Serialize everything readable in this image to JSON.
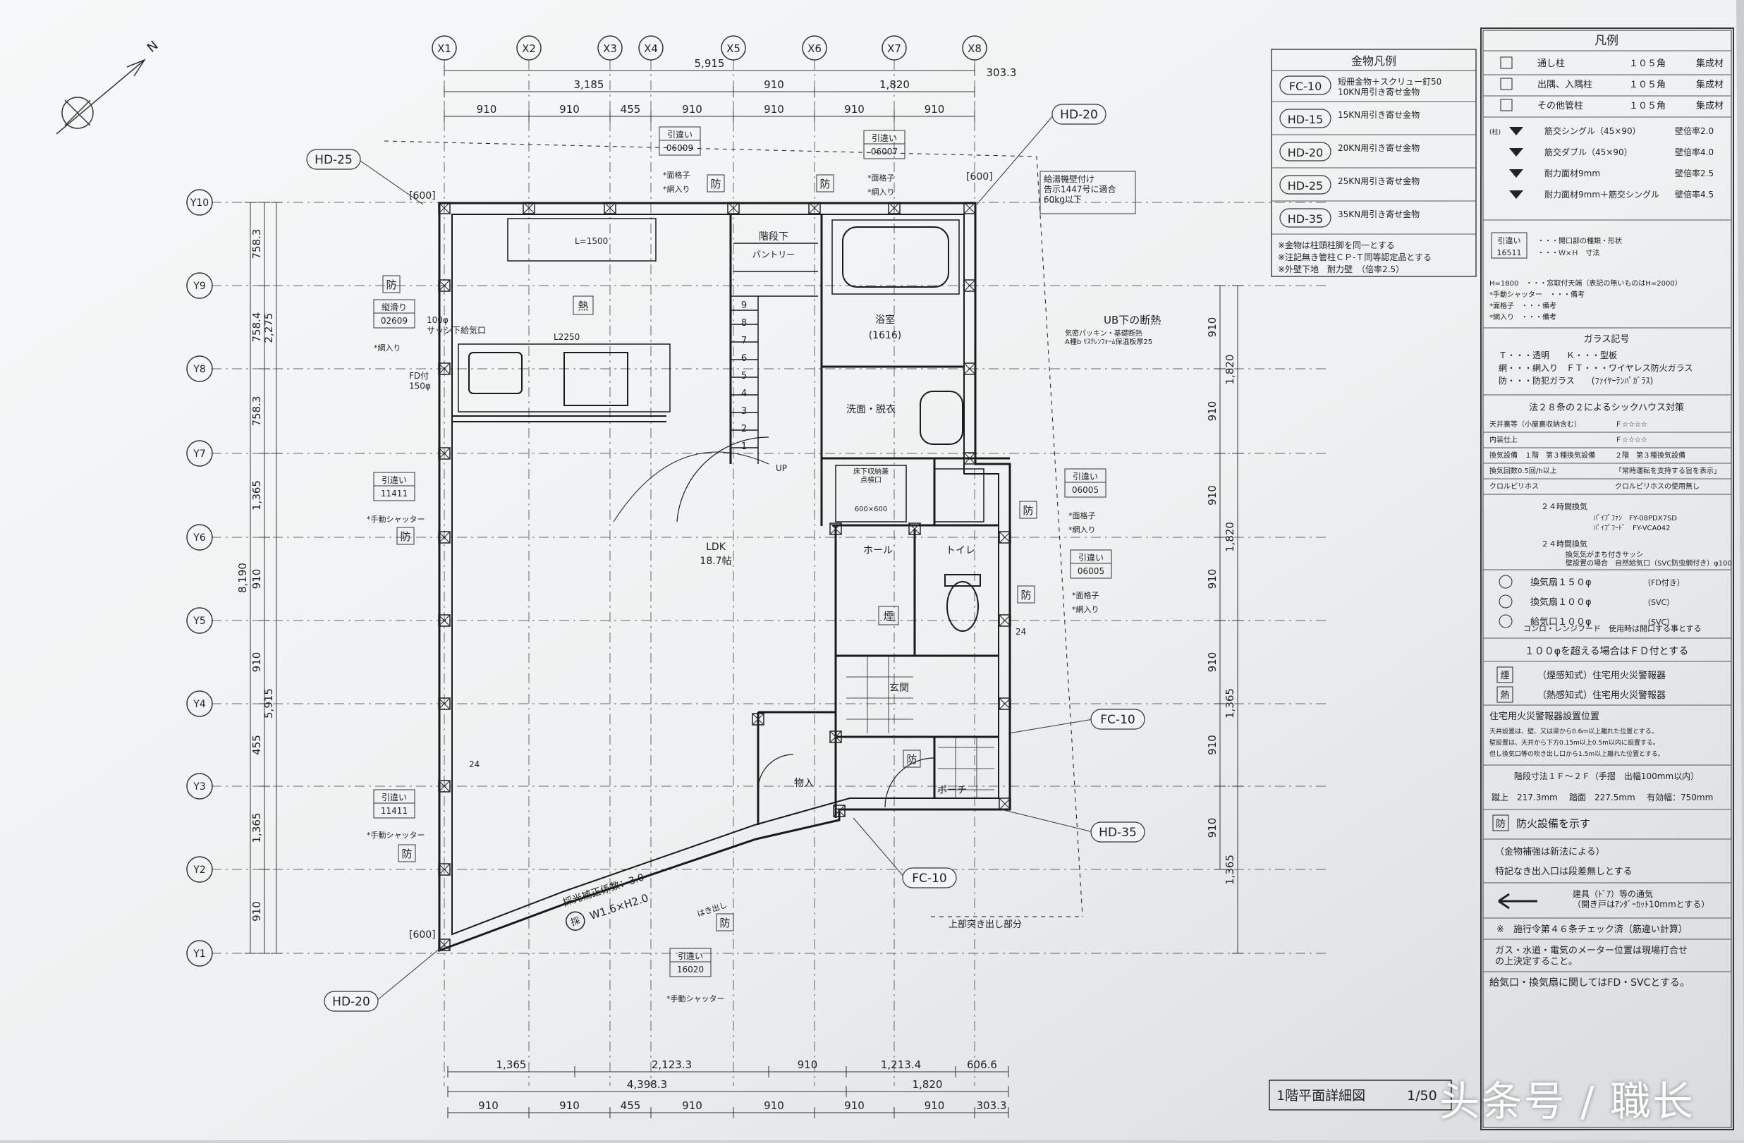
{
  "drawing_title": "1階平面詳細図",
  "scale": "1/50",
  "watermark": "头条号 / 職长",
  "north_arrow": "N",
  "grid_x": [
    "X1",
    "X2",
    "X3",
    "X4",
    "X5",
    "X6",
    "X7",
    "X8"
  ],
  "grid_y": [
    "Y10",
    "Y9",
    "Y8",
    "Y7",
    "Y6",
    "Y5",
    "Y4",
    "Y3",
    "Y2",
    "Y1"
  ],
  "dims_top": {
    "overall": "5,915",
    "overhang": "303.3",
    "row2": [
      "3,185",
      "910",
      "1,820"
    ],
    "row3": [
      "910",
      "910",
      "455",
      "910",
      "910",
      "910",
      "910"
    ]
  },
  "dims_bottom": {
    "row1": [
      "1,365",
      "2,123.3",
      "910",
      "1,213.4",
      "606.6"
    ],
    "row2": [
      "4,398.3",
      "1,820"
    ],
    "row3": [
      "910",
      "910",
      "455",
      "910",
      "910",
      "910",
      "910",
      "303.3"
    ]
  },
  "dims_left": {
    "overall": "8,190",
    "sub_a": "2,275",
    "sub_b": "5,915",
    "segments": [
      "758.3",
      "758.4",
      "758.3",
      "1,365",
      "910",
      "910",
      "455",
      "1,365",
      "910"
    ]
  },
  "dims_right": [
    "1,820",
    "910",
    "910",
    "1,820",
    "910",
    "910",
    "1,365",
    "910",
    "910",
    "910",
    "1,365"
  ],
  "rooms": {
    "ldk": "LDK",
    "ldk_size": "18.7帖",
    "bath": "浴室",
    "bath_size": "(1616)",
    "washroom": "洗面・脱衣",
    "toilet": "トイレ",
    "hall": "ホール",
    "entrance": "玄関",
    "storage": "物入",
    "porch": "ポーチ",
    "pantry_label": "階段下",
    "pantry": "パントリー",
    "stair_up": "UP",
    "kitchen_counter": "L2250",
    "cupboard": "L=1500",
    "floor_hatch": "床下収納兼\n点検口",
    "floor_hatch_size": "600×600"
  },
  "stair_numbers": [
    "9",
    "8",
    "7",
    "6",
    "5",
    "4",
    "3",
    "2",
    "1"
  ],
  "tags": [
    {
      "kind": "引違い",
      "code": "06009"
    },
    {
      "kind": "引違い",
      "code": "06007"
    },
    {
      "kind": "縦滑り",
      "code": "02609"
    },
    {
      "kind": "引違い",
      "code": "11411"
    },
    {
      "kind": "引違い",
      "code": "06005"
    },
    {
      "kind": "引違い",
      "code": "06005"
    },
    {
      "kind": "引違い",
      "code": "11411"
    },
    {
      "kind": "引違い",
      "code": "16020"
    }
  ],
  "tag_notes": {
    "lattice": "*面格子",
    "net": "*網入り",
    "shutter": "*手動シャッター",
    "fire": "防",
    "fire_box": "防",
    "heat": "熱",
    "smoke": "煙",
    "net_only": "*網入り"
  },
  "hardware_callouts": [
    "HD-25",
    "HD-20",
    "FC-10",
    "HD-35",
    "FC-10",
    "HD-20"
  ],
  "bracket_600": "[600]",
  "notes": {
    "sash": "100φ\nサッシ下給気口",
    "fd": "FD付\n150φ",
    "water_heater": "給湯機壁付け\n告示1447号に適合\n60kg以下",
    "ub": "UB下の断熱",
    "ub_detail": "気密パッキン・基礎断熱\nA種b ﾘｽﾁﾚﾝﾌｫｰﾑ保温板厚25",
    "lighting": "採光補正係数：3.0",
    "window_size": "W1.6×H2.0",
    "window_tag": "採",
    "upper": "上部突き出し部分",
    "haki": "はき出し",
    "num24": "24"
  },
  "hardware_legend": {
    "title": "金物凡例",
    "rows": [
      {
        "code": "FC-10",
        "desc": "短冊金物＋スクリュー釘50\n10KN用引き寄せ金物"
      },
      {
        "code": "HD-15",
        "desc": "15KN用引き寄せ金物"
      },
      {
        "code": "HD-20",
        "desc": "20KN用引き寄せ金物"
      },
      {
        "code": "HD-25",
        "desc": "25KN用引き寄せ金物"
      },
      {
        "code": "HD-35",
        "desc": "35KN用引き寄せ金物"
      }
    ],
    "notes": [
      "※金物は柱頭柱脚を同一とする",
      "※注記無き管柱ＣＰ-Ｔ同等認定品とする",
      "※外壁下地　耐力壁　（倍率2.5）"
    ]
  },
  "legend": {
    "title": "凡例",
    "columns": [
      {
        "name": "通し柱",
        "size": "１０５角",
        "mat": "集成材"
      },
      {
        "name": "出隅、入隅柱",
        "size": "１０５角",
        "mat": "集成材"
      },
      {
        "name": "その他管柱",
        "size": "１０５角",
        "mat": "集成材"
      }
    ],
    "braces": [
      {
        "name": "筋交シングル（45×90）",
        "ratio": "壁倍率2.0"
      },
      {
        "name": "筋交ダブル（45×90）",
        "ratio": "壁倍率4.0"
      },
      {
        "name": "耐力面材9mm",
        "ratio": "壁倍率2.5"
      },
      {
        "name": "耐力面材9mm＋筋交シングル",
        "ratio": "壁倍率4.5"
      }
    ],
    "brace_label": "(柱)",
    "tag_sample": {
      "kind": "引違い",
      "code": "16511",
      "line1": "・・・開口部の種類・形状",
      "line2": "・・・Ｗ×Ｈ　寸法"
    },
    "tag_more": [
      "H=1800　・・・窓取付天端（表記の無いものはH=2000）",
      "*手動シャッター　・・・備考",
      "*面格子　・・・備考",
      "*網入り　・・・備考"
    ],
    "glass_title": "ガラス記号",
    "glass": [
      "Ｔ・・・透明　　Ｋ・・・型板",
      "網・・・網入り　ＦＴ・・・ワイヤレス防火ガラス",
      "防・・・防犯ガラス　　(ﾌｧｲﾔｰﾃﾝﾊﾟｶﾞﾗｽ)"
    ],
    "sick_title": "法２８条の２によるシックハウス対策",
    "sick_rows": [
      [
        "天井裏等（小屋裏収納含む）",
        "Ｆ☆☆☆☆"
      ],
      [
        "内装仕上",
        "Ｆ☆☆☆☆"
      ],
      [
        "換気設備　１階　第３種換気設備",
        "２階　第３種換気設備"
      ],
      [
        "換気回数0.5回/h以上",
        "「常時運転を支持する旨を表示」"
      ],
      [
        "クロルピリホス",
        "クロルピリホスの使用無し"
      ]
    ],
    "fan_24h": "２４時間換気",
    "fan_models": [
      "ﾊﾟｲﾌﾟﾌｧﾝ　FY-08PDX7SD",
      "ﾊﾟｲﾌﾟﾌｰﾄﾞ　FY-VCA042"
    ],
    "fan_24h2": "２４時間換気",
    "fan_sash": "換気気がまち付きサッシ\n壁設置の場合　自然給気口（SVC防虫網付き）φ100",
    "vents": [
      {
        "name": "換気扇１５０φ",
        "note": "（FD付き）"
      },
      {
        "name": "換気扇１００φ",
        "note": "（SVC）"
      },
      {
        "name": "給気口１００φ",
        "note": "（SVC）"
      }
    ],
    "vent_note": "コンロ・レンジフード　使用時は開口する事とする",
    "fd_note": "１００φを超える場合はＦＤ付とする",
    "smoke": {
      "box": "煙",
      "text": "（煙感知式）住宅用火災警報器"
    },
    "heat": {
      "box": "熱",
      "text": "（熱感知式）住宅用火災警報器"
    },
    "alarm_title": "住宅用火災警報器設置位置",
    "alarm_lines": [
      "天井設置は、壁、又は梁から0.6m以上離れた位置とする。",
      "壁設置は、天井から下方0.15m以上0.5m以内に設置する。",
      "但し換気口等の吹き出し口から1.5m以上離れた位置とする。"
    ],
    "stair_title": "階段寸法１Ｆ～２Ｆ（手摺　出幅100mm以内）",
    "stair_dims": [
      "蹴上　217.3mm",
      "踏面　227.5mm",
      "有効幅：750mm"
    ],
    "fire_box": "防",
    "fire_text": "防火設備を示す",
    "reinforce": "（金物補強は新法による）",
    "step_note": "特記なき出入口は段差無しとする",
    "vent_door": "建具（ﾄﾞｱ）等の通気\n（開き戸はｱﾝﾀﾞｰｶｯﾄ10mmとする）",
    "article46": "※　施行令第４６条チェック済（筋違い計算）",
    "meter": "ガス・水道・電気のメーター位置は現場打合せ\nの上決定すること。",
    "final": "給気口・換気扇に関してはFD・SVCとする。"
  }
}
